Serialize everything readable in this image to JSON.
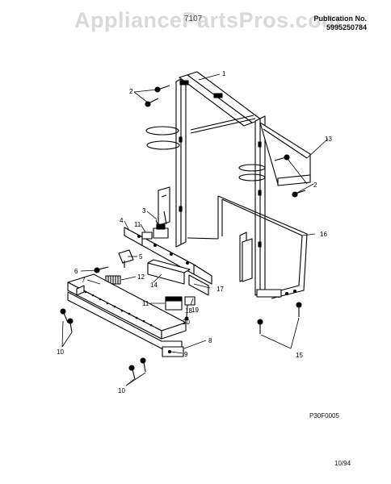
{
  "header": {
    "watermark": "AppliancePartsPros.com",
    "model_label": "7107",
    "publication_label": "Publication No.",
    "publication_number": "5995250784"
  },
  "footer": {
    "drawing_code": "P30F0005",
    "date_code": "10/94"
  },
  "callouts": {
    "c1": "1",
    "c2a": "2",
    "c2b": "2",
    "c3": "3",
    "c4": "4",
    "c5": "5",
    "c6": "6",
    "c7": "7",
    "c8": "8",
    "c9": "9",
    "c10a": "10",
    "c10b": "10",
    "c11a": "11",
    "c11b": "11",
    "c12": "12",
    "c13": "13",
    "c14": "14",
    "c15": "15",
    "c16": "16",
    "c17": "17",
    "c18": "18",
    "c19": "19",
    "c20": "20"
  },
  "colors": {
    "line": "#000000",
    "watermark": "#d9d9d9"
  }
}
